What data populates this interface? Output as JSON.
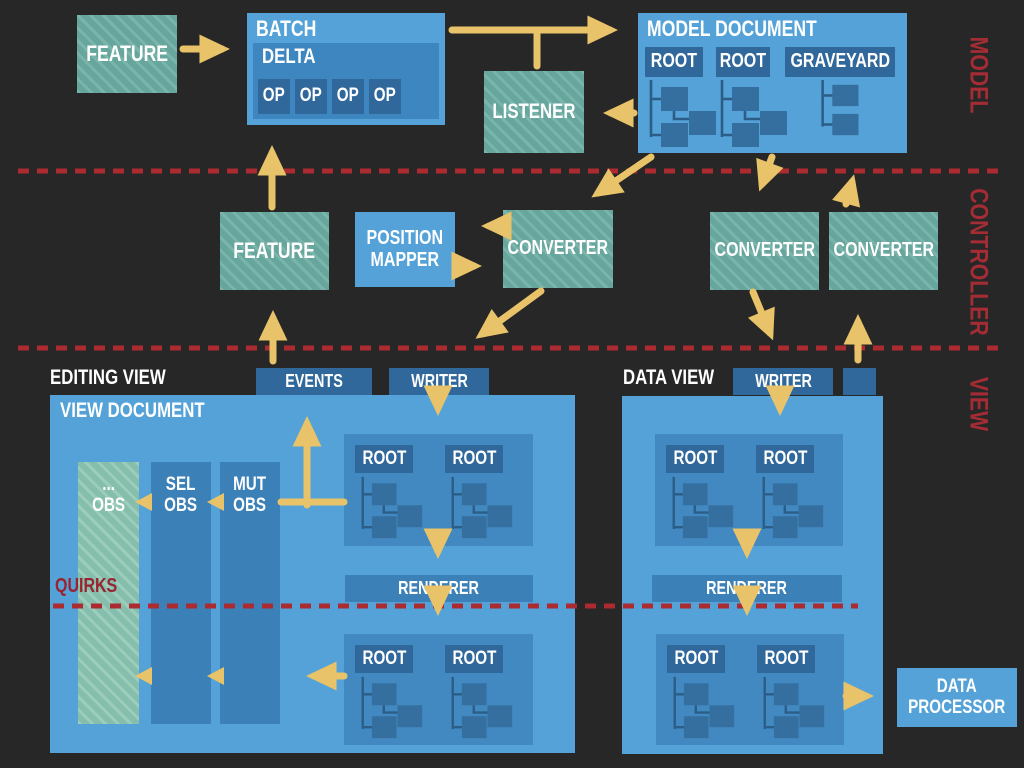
{
  "colors": {
    "background": "#272727",
    "box_blue": "#54a2d7",
    "mid_blue": "#3e86bf",
    "dark_blue": "#30689c",
    "teal": "#67a69d",
    "arrow_yellow": "#e9c369",
    "divider_red": "#ab2b31",
    "layer_label_red": "#a32c35",
    "quirks_red": "#992430"
  },
  "layer_labels": {
    "model": "MODEL",
    "controller": "CONTROLLER",
    "view": "VIEW"
  },
  "model_layer": {
    "feature": "FEATURE",
    "batch": {
      "title": "BATCH",
      "delta": {
        "title": "DELTA",
        "ops": [
          "OP",
          "OP",
          "OP",
          "OP"
        ]
      }
    },
    "listener": "LISTENER",
    "model_document": {
      "title": "MODEL DOCUMENT",
      "root1": "ROOT",
      "root2": "ROOT",
      "graveyard": "GRAVEYARD"
    }
  },
  "controller_layer": {
    "feature": "FEATURE",
    "position_mapper": "POSITION\nMAPPER",
    "converter1": "CONVERTER",
    "converter2": "CONVERTER",
    "converter3": "CONVERTER"
  },
  "view_layer": {
    "editing": {
      "title": "EDITING VIEW",
      "events": "EVENTS",
      "writer": "WRITER",
      "document_title": "VIEW DOCUMENT",
      "obs1": "...\nOBS",
      "obs2": "SEL\nOBS",
      "obs3": "MUT\nOBS",
      "top_root1": "ROOT",
      "top_root2": "ROOT",
      "renderer": "RENDERER",
      "bottom_root1": "ROOT",
      "bottom_root2": "ROOT",
      "quirks": "QUIRKS"
    },
    "data": {
      "title": "DATA VIEW",
      "writer": "WRITER",
      "top_root1": "ROOT",
      "top_root2": "ROOT",
      "renderer": "RENDERER",
      "bottom_root1": "ROOT",
      "bottom_root2": "ROOT",
      "processor": "DATA\nPROCESSOR"
    }
  }
}
